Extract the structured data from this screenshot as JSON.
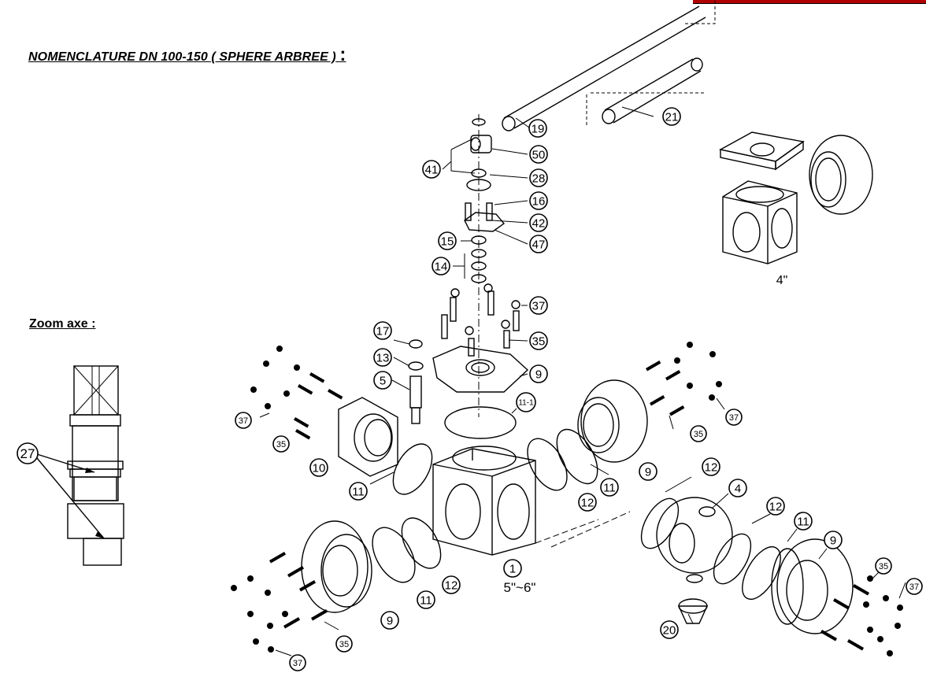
{
  "title": {
    "main": "NOMENCLATURE DN 100-150 ( SPHERE ARBREE )",
    "colon": ":"
  },
  "zoom": {
    "label": "Zoom axe :",
    "callout": "27"
  },
  "variants": {
    "small": "4\"",
    "large": "5\"~6\""
  },
  "callouts": [
    {
      "id": "c19",
      "text": "19"
    },
    {
      "id": "c21",
      "text": "21"
    },
    {
      "id": "c41",
      "text": "41"
    },
    {
      "id": "c50",
      "text": "50"
    },
    {
      "id": "c28",
      "text": "28"
    },
    {
      "id": "c16",
      "text": "16"
    },
    {
      "id": "c42",
      "text": "42"
    },
    {
      "id": "c15",
      "text": "15"
    },
    {
      "id": "c47",
      "text": "47"
    },
    {
      "id": "c14",
      "text": "14"
    },
    {
      "id": "c37a",
      "text": "37"
    },
    {
      "id": "c17",
      "text": "17"
    },
    {
      "id": "c35a",
      "text": "35"
    },
    {
      "id": "c13",
      "text": "13"
    },
    {
      "id": "c9a",
      "text": "9"
    },
    {
      "id": "c5",
      "text": "5"
    },
    {
      "id": "c11-1",
      "text": "11-1"
    },
    {
      "id": "c37b",
      "text": "37"
    },
    {
      "id": "c35b",
      "text": "35"
    },
    {
      "id": "c10",
      "text": "10"
    },
    {
      "id": "c11a",
      "text": "11"
    },
    {
      "id": "c37c",
      "text": "37"
    },
    {
      "id": "c35c",
      "text": "35"
    },
    {
      "id": "c9b",
      "text": "9"
    },
    {
      "id": "c12a",
      "text": "12"
    },
    {
      "id": "c11b",
      "text": "11"
    },
    {
      "id": "c12b",
      "text": "12"
    },
    {
      "id": "c4",
      "text": "4"
    },
    {
      "id": "c1",
      "text": "1"
    },
    {
      "id": "c12c",
      "text": "12"
    },
    {
      "id": "c11c",
      "text": "11"
    },
    {
      "id": "c9c",
      "text": "9"
    },
    {
      "id": "c12d",
      "text": "12"
    },
    {
      "id": "c11d",
      "text": "11"
    },
    {
      "id": "c9d",
      "text": "9"
    },
    {
      "id": "c35d",
      "text": "35"
    },
    {
      "id": "c37d",
      "text": "37"
    },
    {
      "id": "c20",
      "text": "20"
    },
    {
      "id": "c35e",
      "text": "35"
    },
    {
      "id": "c37e",
      "text": "37"
    }
  ]
}
